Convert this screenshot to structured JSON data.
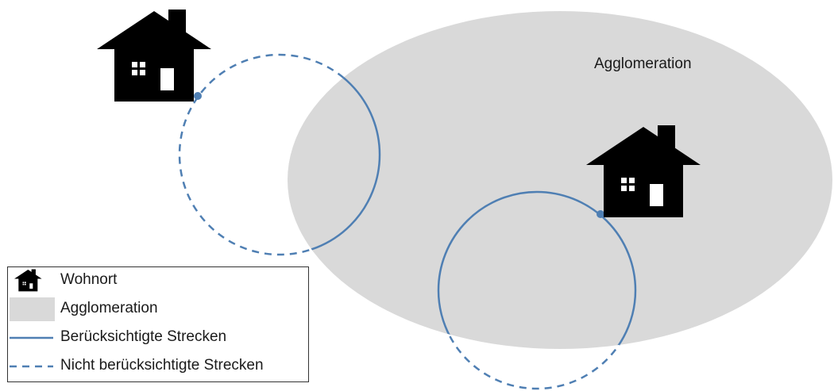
{
  "diagram": {
    "agglomeration_label": "Agglomeration",
    "colors": {
      "agglomeration_fill": "#d9d9d9",
      "route_line": "#4f7fb3",
      "house": "#000000"
    },
    "icons": [
      "house-icon",
      "house-icon"
    ]
  },
  "legend": {
    "items": [
      {
        "label": "Wohnort",
        "icon": "house-icon"
      },
      {
        "label": "Agglomeration",
        "icon": "gray-area-swatch"
      },
      {
        "label": "Berücksichtigte Strecken",
        "icon": "solid-line"
      },
      {
        "label": "Nicht berücksichtigte Strecken",
        "icon": "dashed-line"
      }
    ]
  }
}
